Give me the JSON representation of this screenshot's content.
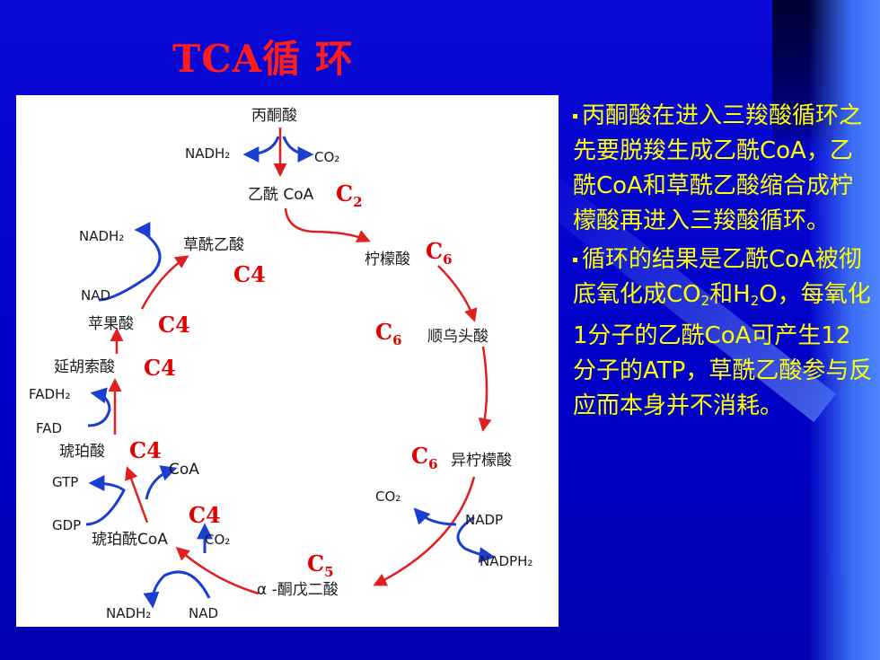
{
  "title": "TCA循 环",
  "diagram": {
    "nodes": {
      "pyruvate": "丙酮酸",
      "acetyl_coa": "乙酰 CoA",
      "citrate": "柠檬酸",
      "cis_aconitate": "顺乌头酸",
      "isocitrate": "异柠檬酸",
      "alpha_kg": "α -酮戊二酸",
      "succinyl_coa": "琥珀酰CoA",
      "succinate": "琥珀酸",
      "fumarate": "延胡索酸",
      "malate": "苹果酸",
      "oxaloacetate": "草酰乙酸"
    },
    "cofactors": {
      "nadh2_top": "NADH₂",
      "co2_top": "CO₂",
      "nadh2_left": "NADH₂",
      "nad_left": "NAD",
      "fadh2": "FADH₂",
      "fad": "FAD",
      "gtp": "GTP",
      "gdp": "GDP",
      "coa": "CoA",
      "co2_succ": "CO₂",
      "nadh2_bottom": "NADH₂",
      "nad_bottom": "NAD",
      "co2_iso": "CO₂",
      "nadp": "NADP",
      "nadph2": "NADPH₂"
    },
    "carbon_labels": {
      "acetyl": {
        "c": "C",
        "n": "2"
      },
      "citrate": {
        "c": "C",
        "n": "6"
      },
      "cis": {
        "c": "C",
        "n": "6"
      },
      "iso": {
        "c": "C",
        "n": "6"
      },
      "akg": {
        "c": "C",
        "n": "5"
      },
      "oxaloacetate": "C4",
      "malate": "C4",
      "fumarate": "C4",
      "succinate": "C4",
      "succinyl": "C4"
    }
  },
  "description": {
    "p1": "丙酮酸在进入三羧酸循环之先要脱羧生成乙酰CoA，乙酰CoA和草酰乙酸缩合成柠檬酸再进入三羧酸循环。",
    "p2_a": "循环的结果是乙酰CoA被彻底氧化成CO",
    "p2_sub1": "2",
    "p2_b": "和H",
    "p2_sub2": "2",
    "p2_c": "O，每氧化1分子的乙酰CoA可产生12分子的ATP，草酰乙酸参与反应而本身并不消耗。"
  },
  "colors": {
    "background": "#0000c8",
    "title": "#ff1c1c",
    "text": "#ffff00",
    "cycle_arrow": "#e02020",
    "cofactor_arrow": "#1a3fd0"
  }
}
